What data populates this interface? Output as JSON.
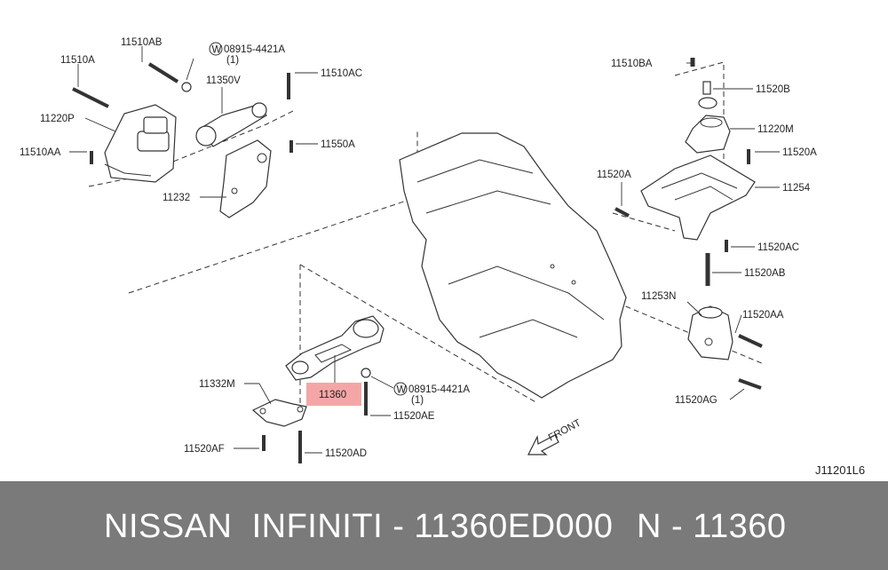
{
  "labels": {
    "l11510ab": "11510AB",
    "l08915_top": "08915-4421A",
    "l08915_top_qty": "(1)",
    "l11510a": "11510A",
    "l11350v": "11350V",
    "l11510ac": "11510AC",
    "l11220p": "11220P",
    "l11510aa": "11510AA",
    "l11550a": "11550A",
    "l11232": "11232",
    "l11510ba": "11510BA",
    "l11520b": "11520B",
    "l11220m": "11220M",
    "l11520a_right": "11520A",
    "l11520a_left": "11520A",
    "l11254": "11254",
    "l11520ac": "11520AC",
    "l11520ab": "11520AB",
    "l11253n": "11253N",
    "l11520aa": "11520AA",
    "l11520ag": "11520AG",
    "l11332m": "11332M",
    "l11360": "11360",
    "l08915_bottom": "08915-4421A",
    "l08915_bottom_qty": "(1)",
    "l11520ae": "11520AE",
    "l11520af": "11520AF",
    "l11520ad": "11520AD",
    "front": "FRONT",
    "washer_symbol": "W",
    "diagram_code": "J11201L6"
  },
  "highlight_color": "#f4a6a6",
  "footer": {
    "brand_part": "NISSAN  INFINITI - 11360ED000",
    "ref": "N - 11360",
    "background": "#7a7a7a"
  }
}
